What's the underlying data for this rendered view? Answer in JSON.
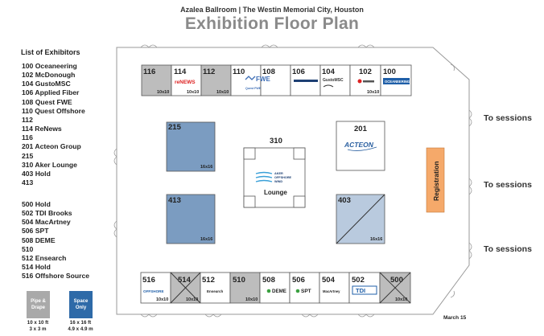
{
  "header": {
    "subtitle": "Azalea Ballroom | The Westin Memorial City, Houston",
    "title": "Exhibition Floor Plan"
  },
  "exhibitor_list": {
    "heading": "List of Exhibitors",
    "group1": [
      "100  Oceaneering",
      "102  McDonough",
      "104  GustoMSC",
      "106  Applied Fiber",
      "108  Quest FWE",
      "110  Quest Offshore",
      "112",
      "114  ReNews",
      "116",
      "201  Acteon Group",
      "215",
      "310  Aker Lounge",
      "403  Hold",
      "413"
    ],
    "group2": [
      "500  Hold",
      "502  TDI Brooks",
      "504  MacArtney",
      "506  SPT",
      "508  DEME",
      "510",
      "512  Ensearch",
      "514  Hold",
      "516  Offshore Source"
    ]
  },
  "booths": {
    "b116": {
      "num": "116",
      "size": "10x10"
    },
    "b114": {
      "num": "114",
      "size": "10x10",
      "logo": "reNEWS"
    },
    "b112": {
      "num": "112",
      "size": "10x10"
    },
    "b110": {
      "num": "110"
    },
    "b108": {
      "num": "108",
      "logo": "FWE",
      "logo_sub": "Quest FWE"
    },
    "b106": {
      "num": "106"
    },
    "b104": {
      "num": "104",
      "logo": "GustoMSC"
    },
    "b102": {
      "num": "102",
      "size": "10x10"
    },
    "b100": {
      "num": "100",
      "logo": "OCEANEERING"
    },
    "b215": {
      "num": "215",
      "size": "16x16"
    },
    "b413": {
      "num": "413",
      "size": "16x16"
    },
    "b310": {
      "num": "310",
      "label": "Lounge",
      "logo_lines": [
        "AKER",
        "OFFSHORE",
        "WIND"
      ]
    },
    "b201": {
      "num": "201",
      "logo": "ACTEON"
    },
    "b403": {
      "num": "403",
      "size": "16x16"
    },
    "b516": {
      "num": "516",
      "size": "10x10",
      "logo": "OFFSHORE"
    },
    "b514": {
      "num": "514",
      "size": "10x10"
    },
    "b512": {
      "num": "512",
      "logo": "Ensearch"
    },
    "b510": {
      "num": "510",
      "size": "10x10"
    },
    "b508": {
      "num": "508",
      "logo": "DEME"
    },
    "b506": {
      "num": "506",
      "logo": "SPT"
    },
    "b504": {
      "num": "504",
      "logo": "MacArtney"
    },
    "b502": {
      "num": "502",
      "logo": "TDI"
    },
    "b500": {
      "num": "500",
      "size": "10x10"
    }
  },
  "registration": "Registration",
  "sessions": [
    "To sessions",
    "To sessions",
    "To sessions"
  ],
  "legend": {
    "pipe": {
      "label_lines": [
        "Pipe &",
        "Drape"
      ],
      "caption_lines": [
        "10 x 10 ft",
        "3 x 3 m"
      ]
    },
    "space": {
      "label_lines": [
        "Space",
        "Only"
      ],
      "caption_lines": [
        "16 x 16 ft",
        "4.9 x 4.9 m"
      ]
    }
  },
  "date": "March 15",
  "colors": {
    "blue_booth": "#7b9cc1",
    "light_blue_booth": "#b9cade",
    "gray_booth": "#bdbdbd",
    "registration": "#f5a96a",
    "space_only": "#2e6aa8",
    "pipe_drape": "#a9a9a9",
    "title_gray": "#8a8a8a"
  }
}
